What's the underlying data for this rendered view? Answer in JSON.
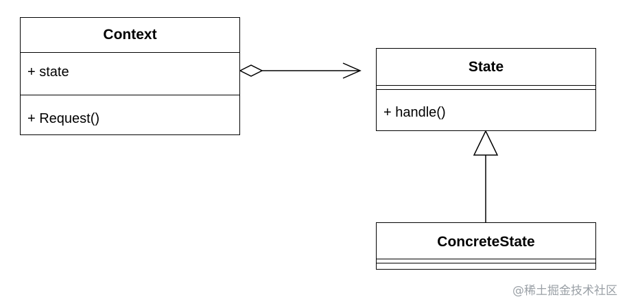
{
  "diagram": {
    "classes": {
      "context": {
        "name": "Context",
        "attributes": [
          "+ state"
        ],
        "operations": [
          "+ Request()"
        ]
      },
      "state": {
        "name": "State",
        "attributes": [],
        "operations": [
          "+ handle()"
        ]
      },
      "concrete_state": {
        "name": "ConcreteState",
        "attributes": [],
        "operations": []
      }
    },
    "relations": [
      {
        "from": "Context",
        "to": "State",
        "kind": "aggregation"
      },
      {
        "from": "ConcreteState",
        "to": "State",
        "kind": "generalization"
      }
    ]
  },
  "watermark": "@稀土掘金技术社区"
}
